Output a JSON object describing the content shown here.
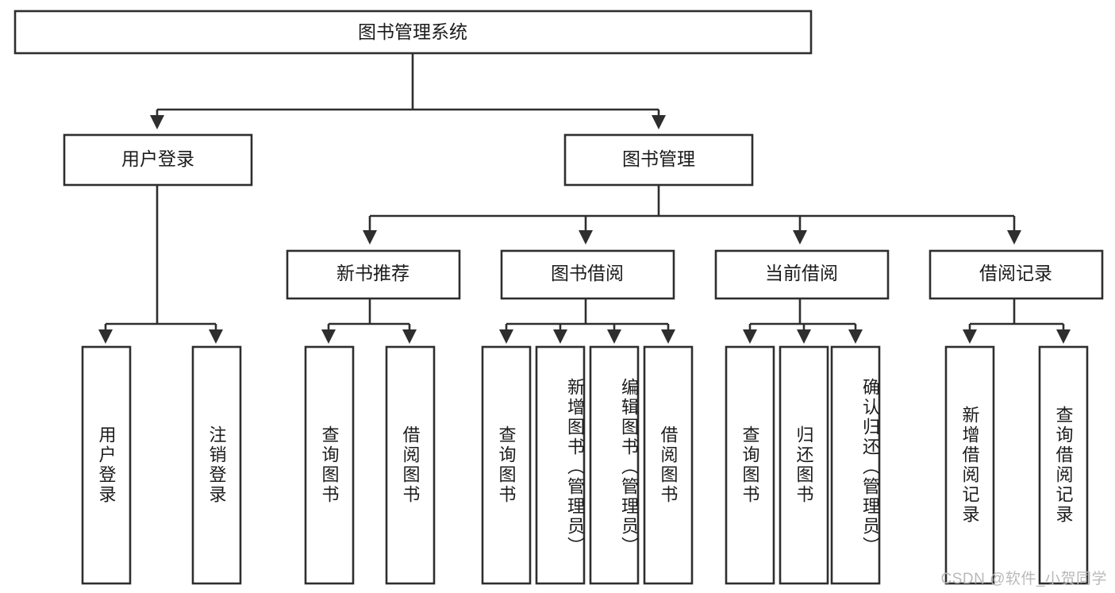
{
  "diagram": {
    "type": "tree-hierarchy",
    "title": "图书管理系统",
    "root": {
      "id": "root",
      "label": "图书管理系统",
      "level": 1
    },
    "level2": [
      {
        "id": "user-login",
        "label": "用户登录"
      },
      {
        "id": "book-manage",
        "label": "图书管理"
      }
    ],
    "level3": [
      {
        "id": "new-book-recommend",
        "label": "新书推荐",
        "parent": "book-manage"
      },
      {
        "id": "book-borrow",
        "label": "图书借阅",
        "parent": "book-manage"
      },
      {
        "id": "current-borrow",
        "label": "当前借阅",
        "parent": "book-manage"
      },
      {
        "id": "borrow-record",
        "label": "借阅记录",
        "parent": "book-manage"
      }
    ],
    "leaves": {
      "user-login": [
        {
          "id": "leaf-user-login",
          "label": "用户登录"
        },
        {
          "id": "leaf-user-logout",
          "label": "注销登录"
        }
      ],
      "new-book-recommend": [
        {
          "id": "leaf-query-book-1",
          "label": "查询图书"
        },
        {
          "id": "leaf-borrow-book-1",
          "label": "借阅图书"
        }
      ],
      "book-borrow": [
        {
          "id": "leaf-query-book-2",
          "label": "查询图书"
        },
        {
          "id": "leaf-add-book",
          "label": "新增图书（管理员）"
        },
        {
          "id": "leaf-edit-book",
          "label": "编辑图书（管理员）"
        },
        {
          "id": "leaf-borrow-book-2",
          "label": "借阅图书"
        }
      ],
      "current-borrow": [
        {
          "id": "leaf-query-book-3",
          "label": "查询图书"
        },
        {
          "id": "leaf-return-book",
          "label": "归还图书"
        },
        {
          "id": "leaf-confirm-return",
          "label": "确认归还（管理员）"
        }
      ],
      "borrow-record": [
        {
          "id": "leaf-add-record",
          "label": "新增借阅记录"
        },
        {
          "id": "leaf-query-record",
          "label": "查询借阅记录"
        }
      ]
    }
  },
  "watermark": {
    "text": "CSDN @软件_小贺同学"
  },
  "colors": {
    "stroke": "#2e2e2e",
    "box_fill": "#ffffff",
    "text": "#1b1b1b",
    "background": "#ffffff",
    "watermark": "#b9b9b9"
  }
}
